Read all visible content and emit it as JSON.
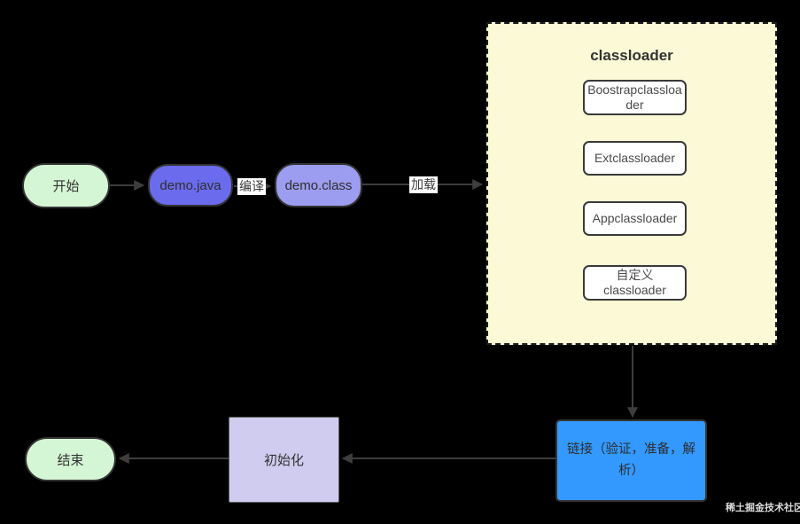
{
  "diagram": {
    "nodes": {
      "start": {
        "label": "开始"
      },
      "demo_java": {
        "label": "demo.java"
      },
      "demo_class": {
        "label": "demo.class"
      },
      "classloader": {
        "title": "classloader",
        "boxes": {
          "bootstrap": "Boostrapclassloader",
          "ext": "Extclassloader",
          "app": "Appclassloader",
          "custom": "自定义 classloader"
        }
      },
      "link": {
        "label": "链接（验证，准备，解析）"
      },
      "init": {
        "label": "初始化"
      },
      "end": {
        "label": "结束"
      }
    },
    "edge_labels": {
      "compile": "编译",
      "load": "加载"
    },
    "colors": {
      "background": "#000000",
      "start_end_fill": "#d5f6d5",
      "demo_java_fill": "#6b6bee",
      "demo_class_fill": "#9c9cf0",
      "classloader_fill": "#fcfad6",
      "loader_box_fill": "#ffffff",
      "link_fill": "#3399ff",
      "init_fill": "#cfccf0",
      "border": "#333333",
      "arrow": "#3d3d3d"
    }
  },
  "watermark": "稀土掘金技术社区"
}
